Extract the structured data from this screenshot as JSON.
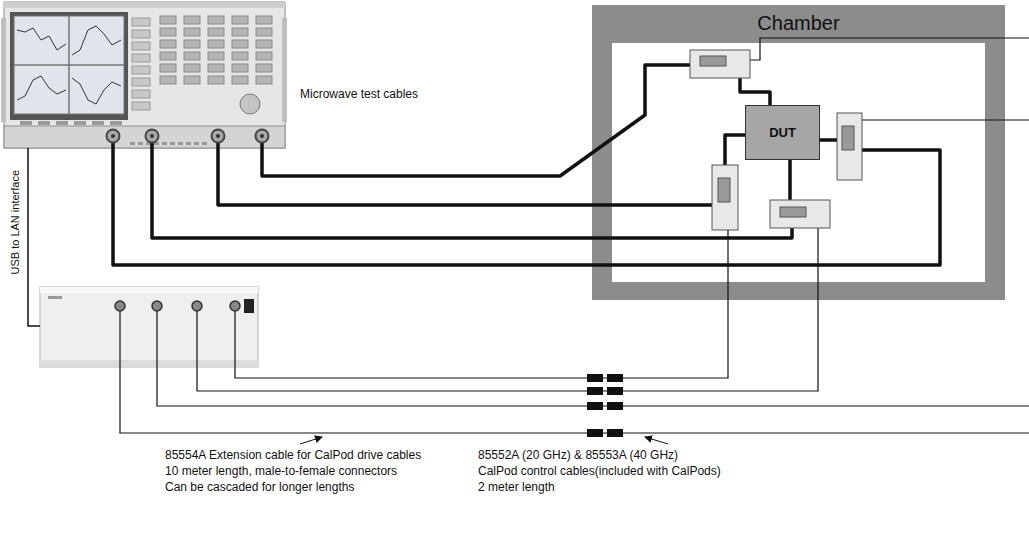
{
  "diagram": {
    "nodes": [
      {
        "text": [
          "Chamber"
        ]
      },
      {
        "text": [
          "DUT"
        ],
        "in": 0
      }
    ],
    "labels": [
      "Microwave test cables",
      "USB to LAN interface",
      "85554A Extension cable for CalPod drive cables",
      "10 meter length, male-to-female connectors",
      "Can be cascaded for longer lengths",
      "85552A (20 GHz) & 85553A (40 GHz)",
      "CalPod control cables(included with CalPods)",
      "2 meter length"
    ]
  }
}
